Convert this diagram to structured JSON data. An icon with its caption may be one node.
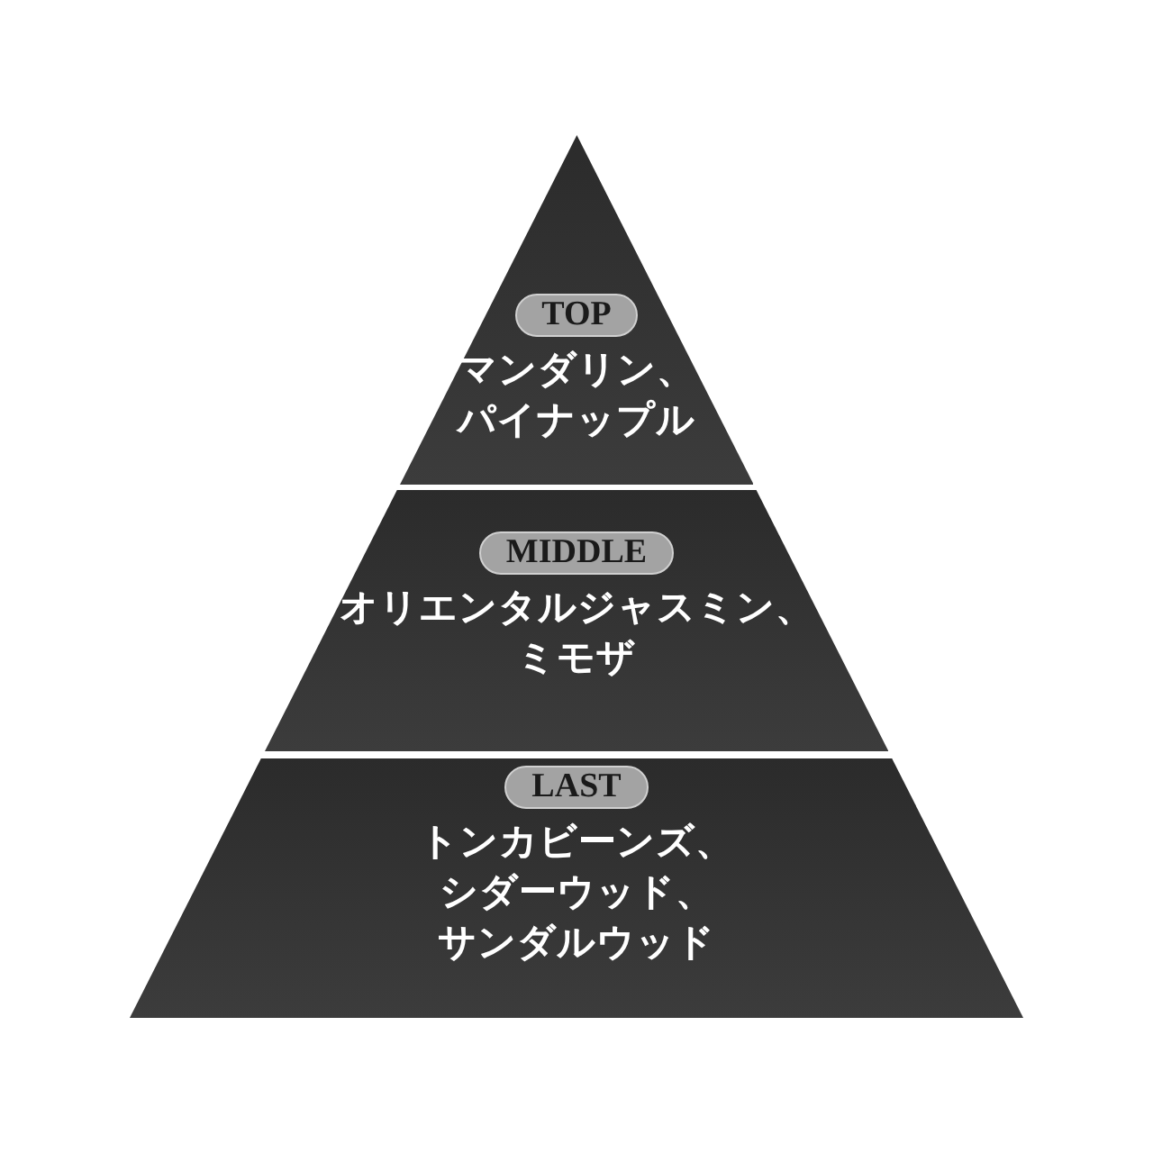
{
  "diagram": {
    "nodes": [
      {
        "text": [
          "TOP",
          "マンダリン、パイナップル"
        ]
      },
      {
        "text": [
          "MIDDLE",
          "オリエンタルジャスミン、ミモザ"
        ]
      },
      {
        "text": [
          "LAST",
          "トンカビーンズ、シダーウッド、サンダルウッド"
        ]
      }
    ]
  }
}
